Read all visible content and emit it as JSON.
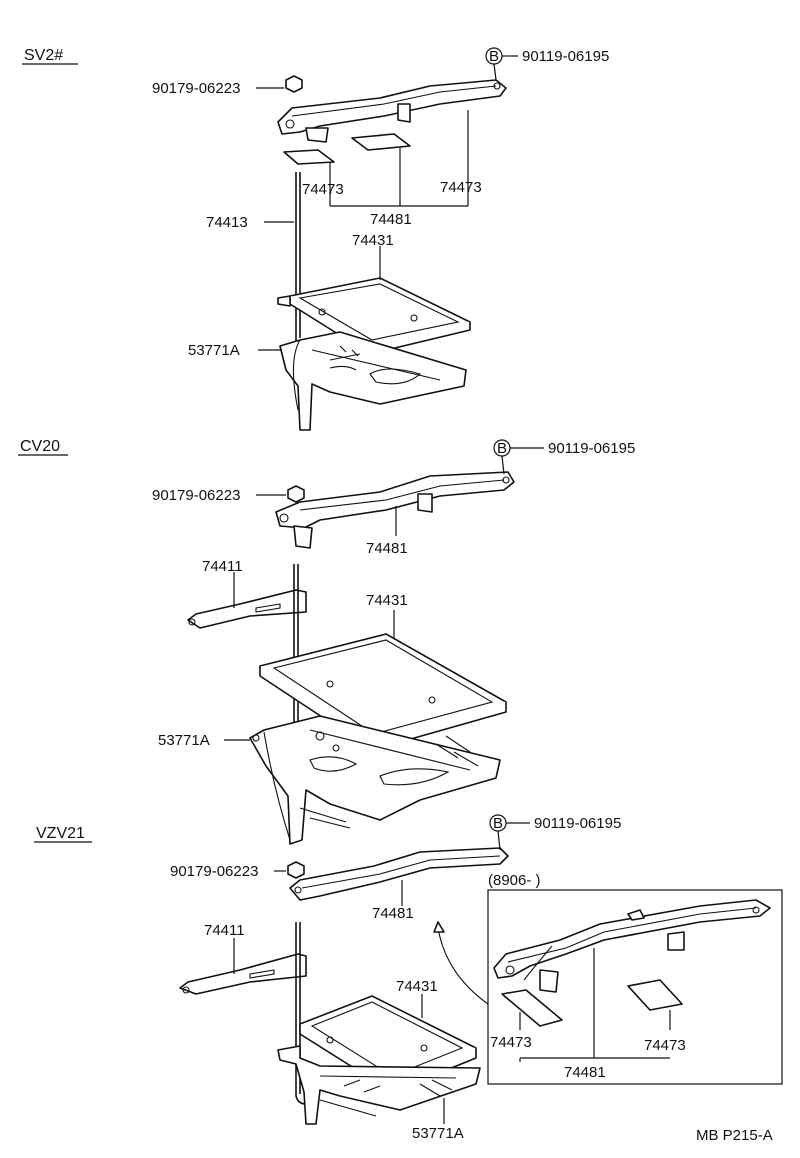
{
  "sections": [
    {
      "title": "SV2#",
      "labels": {
        "bolt_b": "90119-06195",
        "nut": "90179-06223",
        "pad_left": "74473",
        "pad_right": "74473",
        "clamp": "74481",
        "rod": "74413",
        "tray": "74431",
        "carrier": "53771A"
      }
    },
    {
      "title": "CV20",
      "labels": {
        "bolt_b": "90119-06195",
        "nut": "90179-06223",
        "clamp": "74481",
        "bracket": "74411",
        "tray": "74431",
        "carrier": "53771A"
      }
    },
    {
      "title": "VZV21",
      "labels": {
        "bolt_b": "90119-06195",
        "nut": "90179-06223",
        "clamp": "74481",
        "bracket": "74411",
        "tray": "74431",
        "carrier": "53771A"
      },
      "inset": {
        "title": "(8906-      )",
        "pad_left": "74473",
        "pad_right": "74473",
        "clamp": "74481"
      }
    }
  ],
  "bolt_symbol": "B",
  "diagram_code": "MB P215-A"
}
